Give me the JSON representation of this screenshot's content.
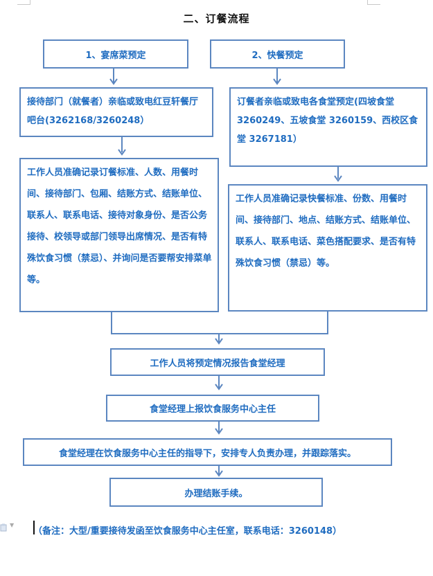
{
  "document": {
    "section_title": "二、订餐流程",
    "branches": {
      "banquet": {
        "header": "1、宴席菜预定",
        "contact_step": "接待部门（就餐者）亲临或致电红豆轩餐厅吧台(3262168/3260248）",
        "record_step": "工作人员准确记录订餐标准、人数、用餐时间、接待部门、包厢、结账方式、结账单位、联系人、联系电话、接待对象身份、是否公务接待、校领导或部门领导出席情况、是否有特殊饮食习惯（禁忌）、并询问是否要帮安排菜单等。"
      },
      "fast_meal": {
        "header": "2、快餐预定",
        "contact_step": "订餐者亲临或致电各食堂预定(四坡食堂 3260249、五坡食堂 3260159、西校区食堂 3267181）",
        "record_step": "工作人员准确记录快餐标准、份数、用餐时间、接待部门、地点、结账方式、结账单位、联系人、联系电话、菜色搭配要求、是否有特殊饮食习惯（禁忌）等。"
      }
    },
    "common_steps": [
      "工作人员将预定情况报告食堂经理",
      "食堂经理上报饮食服务中心主任",
      "食堂经理在饮食服务中心主任的指导下，安排专人负责办理，并跟踪落实。",
      "办理结账手续。"
    ],
    "note": "（备注：大型/重要接待发函至饮食服务中心主任室，联系电话：3260148）"
  },
  "colors": {
    "box_border": "#5b86c0",
    "text_blue": "#1f6cc0"
  },
  "icons": {
    "arrow": "down-arrow-icon",
    "gutter": "paste-options-icon"
  }
}
